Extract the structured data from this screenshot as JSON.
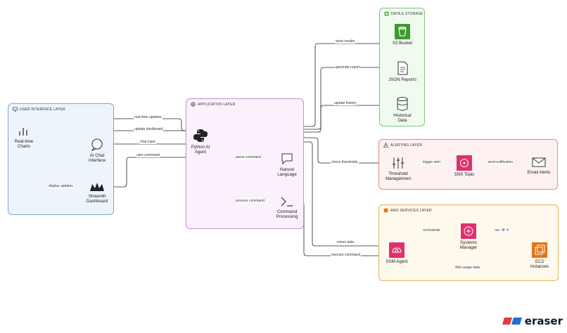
{
  "groups": {
    "ui": {
      "title": "USER INTERFACE LAYER"
    },
    "app": {
      "title": "APPLICATION LAYER"
    },
    "data": {
      "title": "DATA & STORAGE"
    },
    "alert": {
      "title": "ALERTING LAYER"
    },
    "aws": {
      "title": "AWS SERVICES LAYER"
    }
  },
  "nodes": {
    "charts": "Real-time Charts",
    "chat": "AI Chat Interface",
    "streamlit": "Streamlit Dashboard",
    "agent": "Python AI Agent",
    "nl": "Natural Language",
    "cmd": "Command Processing",
    "s3": "S3 Bucket",
    "json": "JSON Reports",
    "hist": "Historical Data",
    "threshold": "Threshold Management",
    "sns": "SNS Topic",
    "email": "Email Alerts",
    "ssm_agent": "SSM Agent",
    "sys_mgr": "Systems Manager",
    "ec2": "EC2 Instances"
  },
  "edges": {
    "realtime_updates": "real-time updates",
    "update_dashboard": "update dashboard",
    "chat_input": "chat input",
    "user_command": "user command",
    "display_updates": "display updates",
    "parse_command": "parse command",
    "process_command": "process command",
    "store_results": "store results",
    "generate_report": "generate report",
    "update_history": "update history",
    "check_thresholds": "check thresholds",
    "trigger_alert": "trigger alert",
    "send_notification": "send notification",
    "return_data": "return data",
    "execute_command": "execute command",
    "orchestrate": "orchestrate",
    "run_df": "run `df -h`",
    "disk_usage": "disk usage data"
  },
  "colors": {
    "ui_border": "#7fa3d6",
    "ui_fill": "#eef4fc",
    "app_border": "#c98bd8",
    "app_fill": "#fbf1fd",
    "data_border": "#7cc47c",
    "data_fill": "#f0fbf0",
    "alert_border": "#e08a8a",
    "alert_fill": "#fdf1f1",
    "aws_border": "#e9b25c",
    "aws_fill": "#fff8ec",
    "aws_pink": "#e0306e",
    "aws_green": "#3e9a2f",
    "aws_orange": "#e8731a"
  },
  "brand": {
    "text": "eraser"
  }
}
